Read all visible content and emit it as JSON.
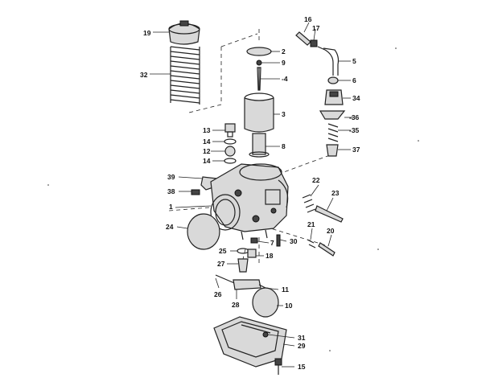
{
  "diagram": {
    "callouts": {
      "c19": "19",
      "c32": "32",
      "c16": "16",
      "c17": "17",
      "c2": "2",
      "c9": "9",
      "c4": "-4",
      "c5": "5",
      "c6": "6",
      "c34": "34",
      "c36": "-36",
      "c3": "3",
      "c35": "-35",
      "c13": "13",
      "c14a": "14",
      "c12": "12",
      "c14b": "14",
      "c8": "8",
      "c37": "37",
      "c39": "39",
      "c38": "38",
      "c22": "22",
      "c23": "23",
      "c1": "1",
      "c24": "24",
      "c21": "21",
      "c20": "20",
      "c30": "30",
      "c7": "7",
      "c25": "25",
      "c18": "18",
      "c27": "27",
      "c11": "11",
      "c26": "26",
      "c28": "28",
      "c10": "10",
      "c31": "31",
      "c29": "29",
      "c15": "15"
    }
  }
}
